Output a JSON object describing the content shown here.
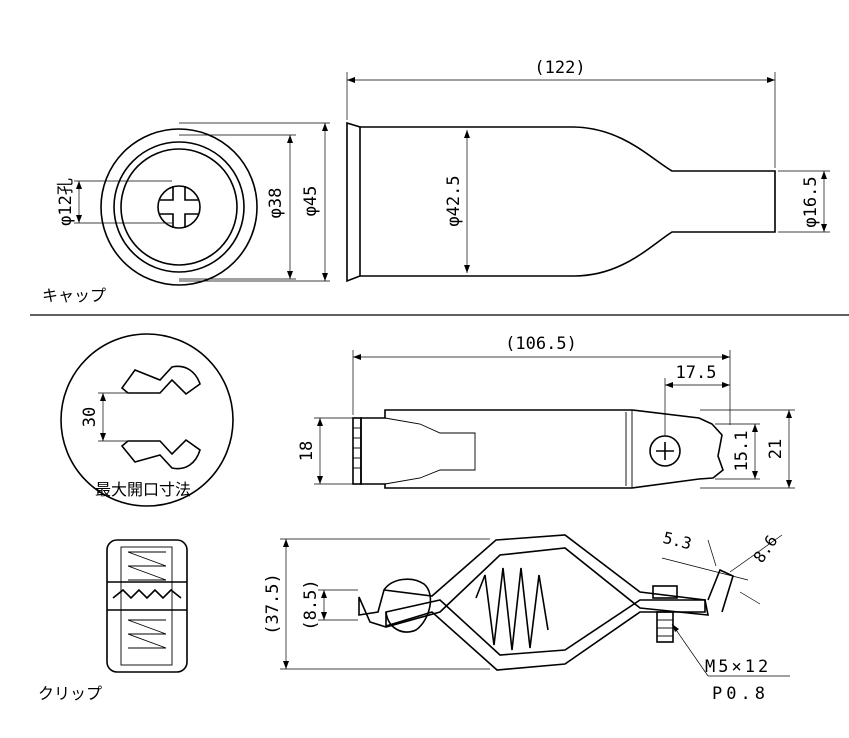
{
  "cap": {
    "section_label": "キャップ",
    "dim_length": "(122)",
    "dim_hole": "φ12孔",
    "dim_inner": "φ38",
    "dim_outer": "φ45",
    "dim_body": "φ42.5",
    "dim_tip": "φ16.5"
  },
  "clip": {
    "section_label": "クリップ",
    "dim_length": "(106.5)",
    "dim_offset": "17.5",
    "dim_height_left": "18",
    "dim_height_inner": "15.1",
    "dim_height_right": "21",
    "opening_value": "30",
    "opening_label": "最大開口寸法",
    "dim_side_height": "(37.5)",
    "dim_jaw": "(8.5)",
    "dim_tab_a": "5.3",
    "dim_tab_b": "8.6",
    "screw_spec": "M5×12",
    "screw_pitch": "P0.8"
  }
}
